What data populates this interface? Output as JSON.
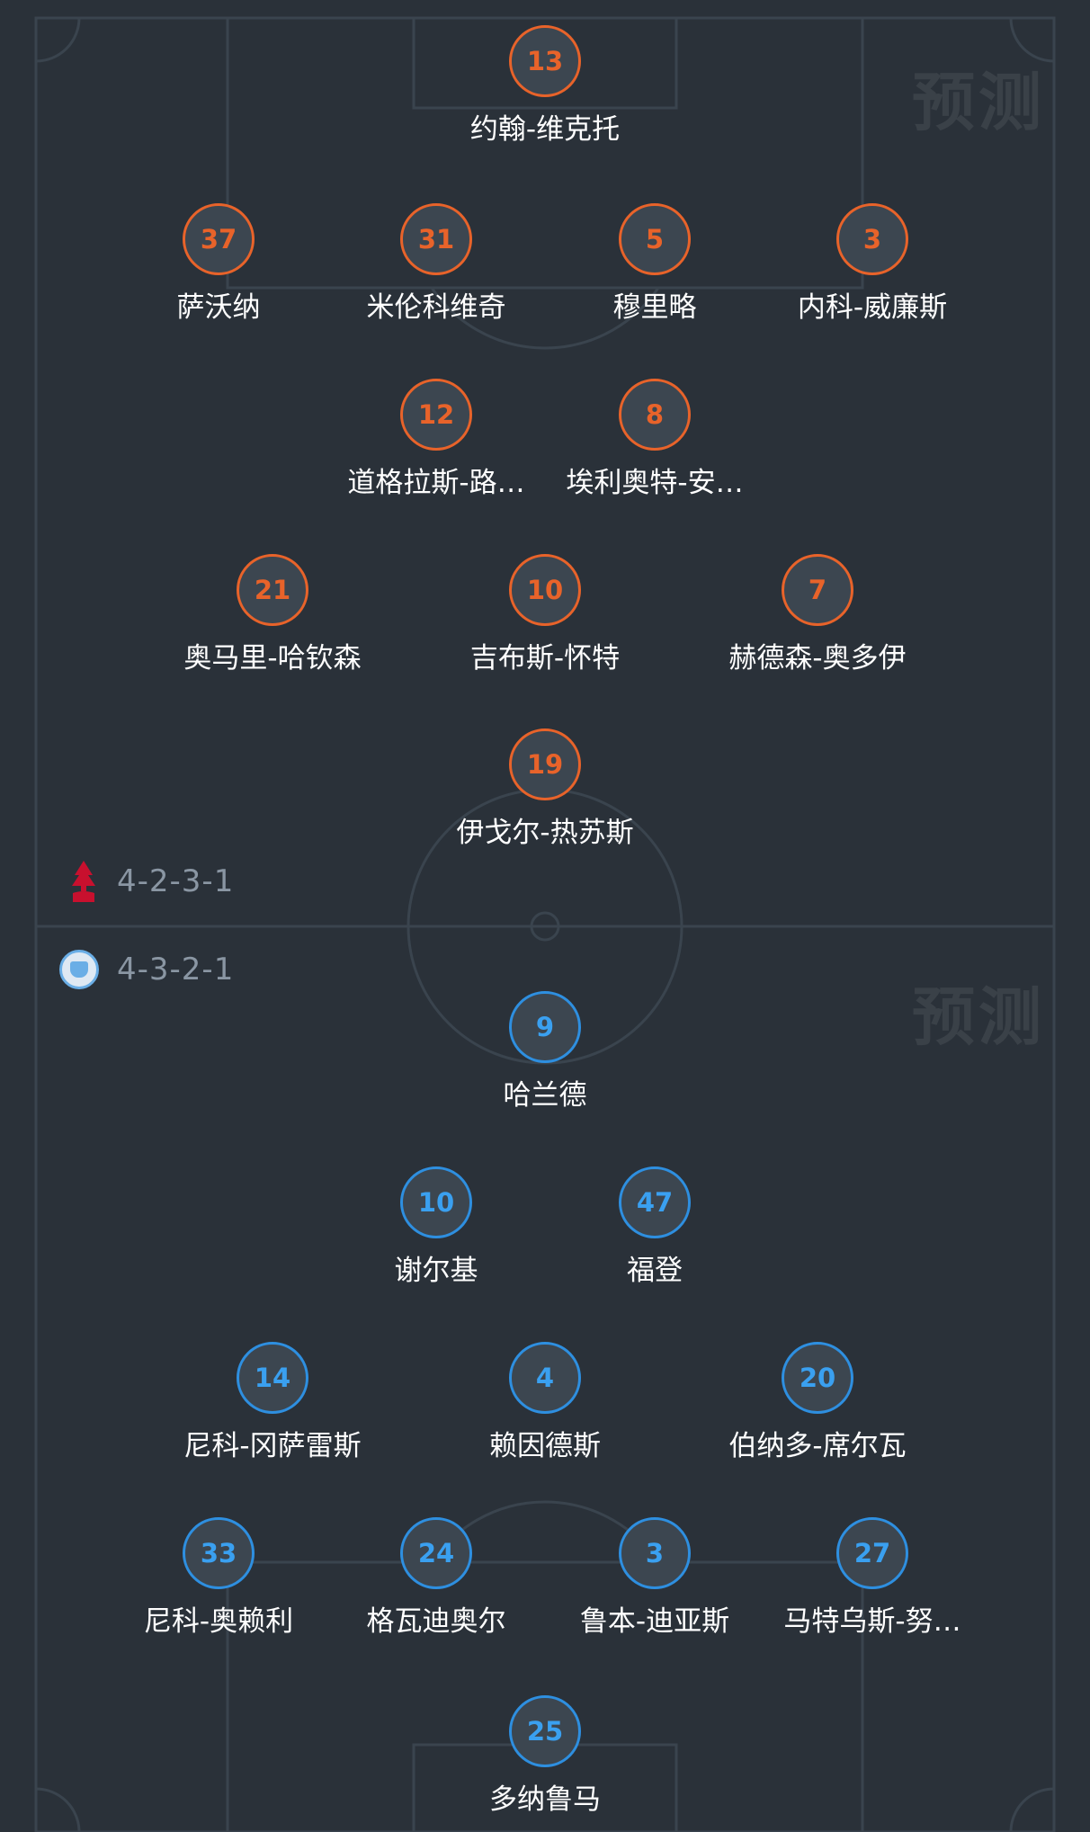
{
  "watermark_text": "预测",
  "colors": {
    "home_accent": "#e8632a",
    "away_accent": "#2e8fe0",
    "pitch": "#2a3139",
    "line": "#3a444e"
  },
  "home": {
    "crest_icon": "nottingham-forest-crest-icon",
    "formation": "4-2-3-1",
    "players": [
      {
        "number": "13",
        "name": "约翰-维克托"
      },
      {
        "number": "37",
        "name": "萨沃纳"
      },
      {
        "number": "31",
        "name": "米伦科维奇"
      },
      {
        "number": "5",
        "name": "穆里略"
      },
      {
        "number": "3",
        "name": "内科-威廉斯"
      },
      {
        "number": "12",
        "name": "道格拉斯-路…"
      },
      {
        "number": "8",
        "name": "埃利奥特-安…"
      },
      {
        "number": "21",
        "name": "奥马里-哈钦森"
      },
      {
        "number": "10",
        "name": "吉布斯-怀特"
      },
      {
        "number": "7",
        "name": "赫德森-奥多伊"
      },
      {
        "number": "19",
        "name": "伊戈尔-热苏斯"
      }
    ]
  },
  "away": {
    "crest_icon": "manchester-city-crest-icon",
    "formation": "4-3-2-1",
    "players": [
      {
        "number": "9",
        "name": "哈兰德"
      },
      {
        "number": "10",
        "name": "谢尔基"
      },
      {
        "number": "47",
        "name": "福登"
      },
      {
        "number": "14",
        "name": "尼科-冈萨雷斯"
      },
      {
        "number": "4",
        "name": "赖因德斯"
      },
      {
        "number": "20",
        "name": "伯纳多-席尔瓦"
      },
      {
        "number": "33",
        "name": "尼科-奥赖利"
      },
      {
        "number": "24",
        "name": "格瓦迪奥尔"
      },
      {
        "number": "3",
        "name": "鲁本-迪亚斯"
      },
      {
        "number": "27",
        "name": "马特乌斯-努…"
      },
      {
        "number": "25",
        "name": "多纳鲁马"
      }
    ]
  }
}
